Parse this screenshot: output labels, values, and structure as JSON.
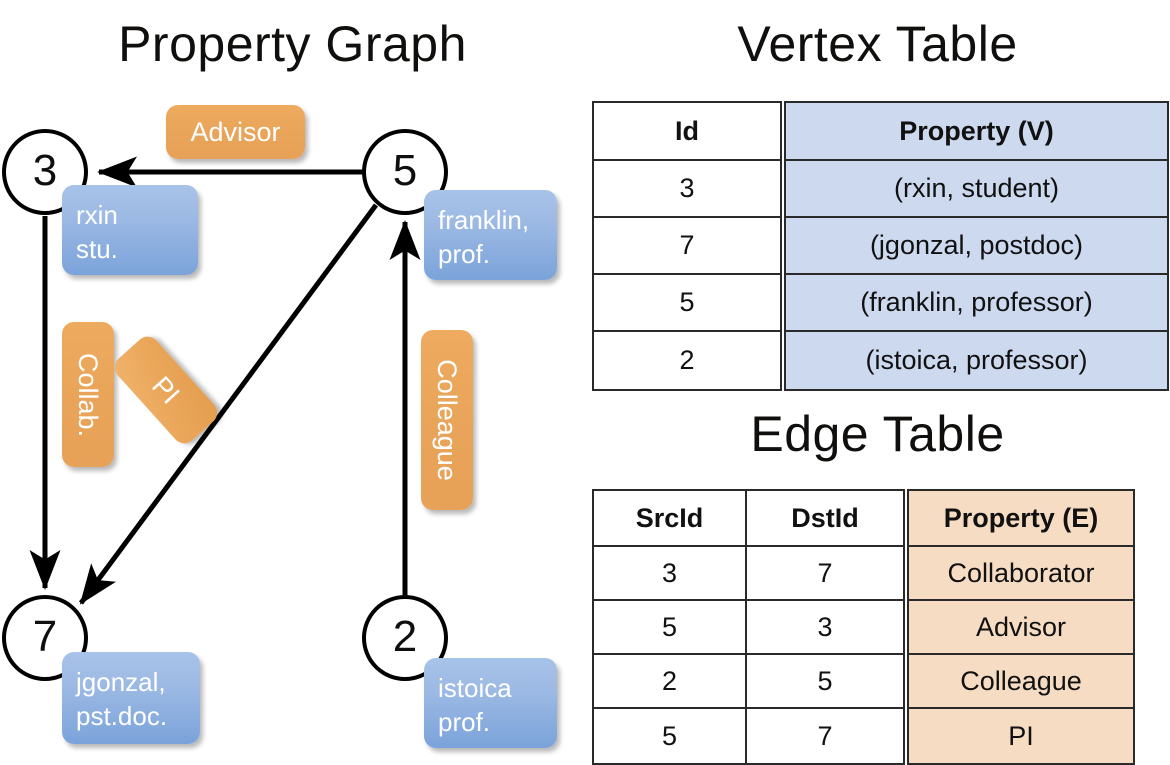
{
  "titles": {
    "property_graph": "Property Graph",
    "vertex_table": "Vertex Table",
    "edge_table": "Edge Table"
  },
  "graph": {
    "nodes": [
      {
        "id": "3",
        "property_lines": [
          "rxin",
          "stu."
        ]
      },
      {
        "id": "5",
        "property_lines": [
          "franklin,",
          "prof."
        ]
      },
      {
        "id": "7",
        "property_lines": [
          "jgonzal,",
          "pst.doc."
        ]
      },
      {
        "id": "2",
        "property_lines": [
          "istoica",
          "prof."
        ]
      }
    ],
    "edge_labels": [
      {
        "name": "advisor",
        "text": "Advisor"
      },
      {
        "name": "collab",
        "text": "Collab."
      },
      {
        "name": "pi",
        "text": "PI"
      },
      {
        "name": "colleague",
        "text": "Colleague"
      }
    ]
  },
  "vertex_table": {
    "headers": [
      "Id",
      "Property (V)"
    ],
    "rows": [
      {
        "id": "3",
        "property": "(rxin, student)"
      },
      {
        "id": "7",
        "property": "(jgonzal, postdoc)"
      },
      {
        "id": "5",
        "property": "(franklin, professor)"
      },
      {
        "id": "2",
        "property": "(istoica, professor)"
      }
    ]
  },
  "edge_table": {
    "headers": [
      "SrcId",
      "DstId",
      "Property (E)"
    ],
    "rows": [
      {
        "src": "3",
        "dst": "7",
        "property": "Collaborator"
      },
      {
        "src": "5",
        "dst": "3",
        "property": "Advisor"
      },
      {
        "src": "2",
        "dst": "5",
        "property": "Colleague"
      },
      {
        "src": "5",
        "dst": "7",
        "property": "PI"
      }
    ]
  },
  "colors": {
    "vertex_accent": "#cdd9ee",
    "edge_accent": "#f6dcc3",
    "vertex_box": "#7ba3da",
    "edge_box": "#e9a55a",
    "stroke": "#000000"
  }
}
